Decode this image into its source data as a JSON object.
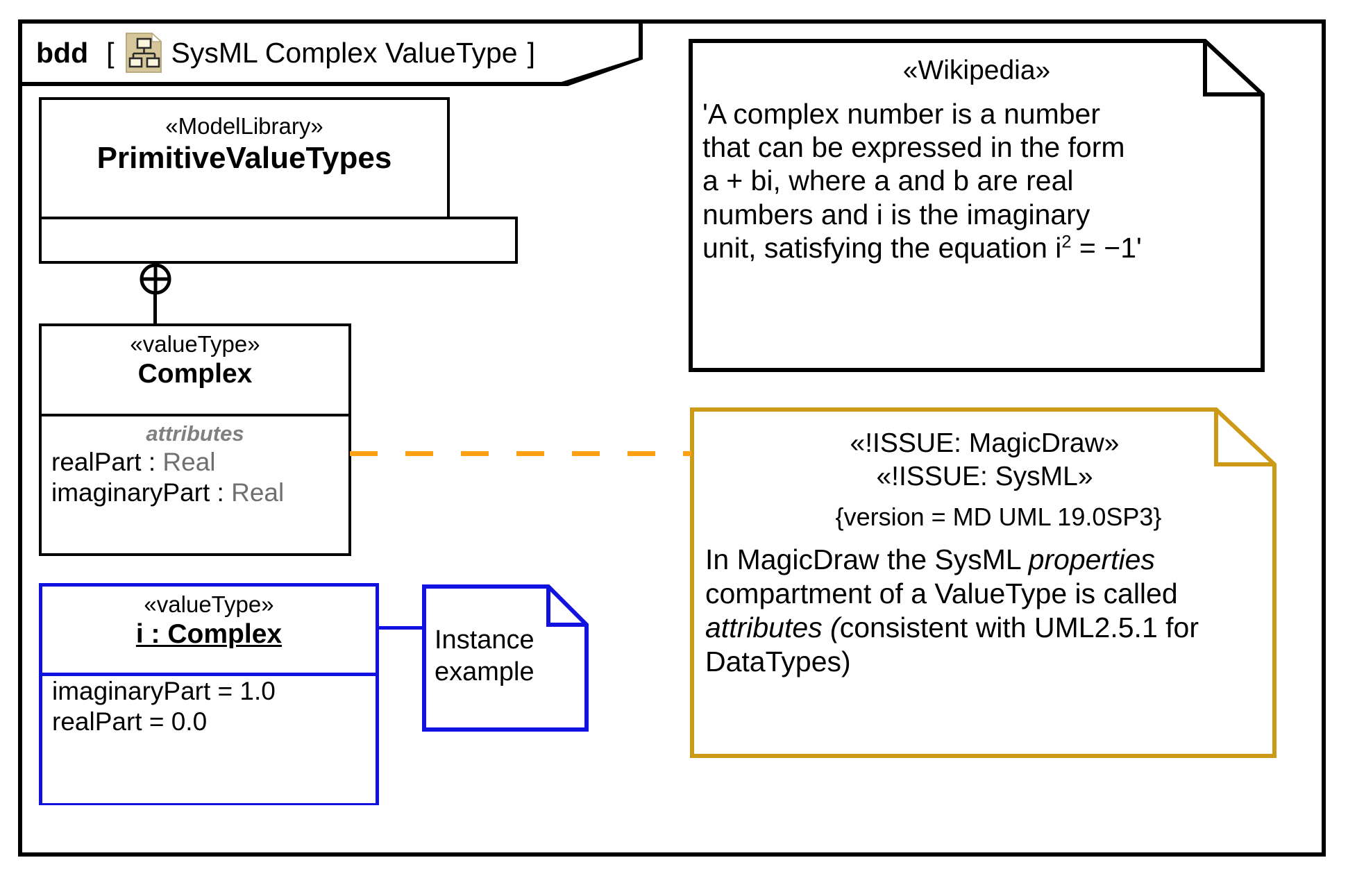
{
  "diagram": {
    "kind": "bdd",
    "bracket_open": "[",
    "bracket_close": "]",
    "icon": "block-definition-diagram-icon",
    "title": "SysML Complex ValueType"
  },
  "blocks": {
    "primitive_value_types": {
      "stereotype": "«ModelLibrary»",
      "name": "PrimitiveValueTypes"
    },
    "complex": {
      "stereotype": "«valueType»",
      "name": "Complex",
      "compartment_label": "attributes",
      "attributes": [
        {
          "name": "realPart",
          "separator": " : ",
          "type": "Real"
        },
        {
          "name": "imaginaryPart",
          "separator": " : ",
          "type": "Real"
        }
      ]
    },
    "instance": {
      "stereotype": "«valueType»",
      "name": "i : Complex",
      "slots": [
        "imaginaryPart = 1.0",
        "realPart = 0.0"
      ]
    }
  },
  "notes": {
    "wikipedia": {
      "stereotype": "«Wikipedia»",
      "line1": "'A complex number is a number",
      "line2": "that can be expressed in the form",
      "line3": "a + bi, where a and b are real",
      "line4": "numbers and i is the imaginary",
      "line5_pre": "unit, satisfying the equation i",
      "line5_sup": "2",
      "line5_post": " = −1'"
    },
    "issue": {
      "stereotype1": "«!ISSUE: MagicDraw»",
      "stereotype2": "«!ISSUE: SysML»",
      "tagged_values": "{version = MD UML 19.0SP3}",
      "text_part1": "In MagicDraw the SysML ",
      "text_italic1": "properties",
      "text_part2": " compartment of a ValueType is called ",
      "text_italic2": "attributes (",
      "text_part3": "consistent with UML2.5.1 for DataTypes)"
    },
    "instance_example": {
      "line1": "Instance",
      "line2": "example"
    }
  },
  "colors": {
    "frame": "#000000",
    "instance_blue": "#1212E0",
    "issue_gold": "#CC9A16",
    "dashed_link_orange": "#FFA012",
    "type_gray": "#6F6F6F",
    "compartment_label_gray": "#808080",
    "icon_beige": "#D6C79A",
    "icon_fill": "#FBF6DC"
  }
}
